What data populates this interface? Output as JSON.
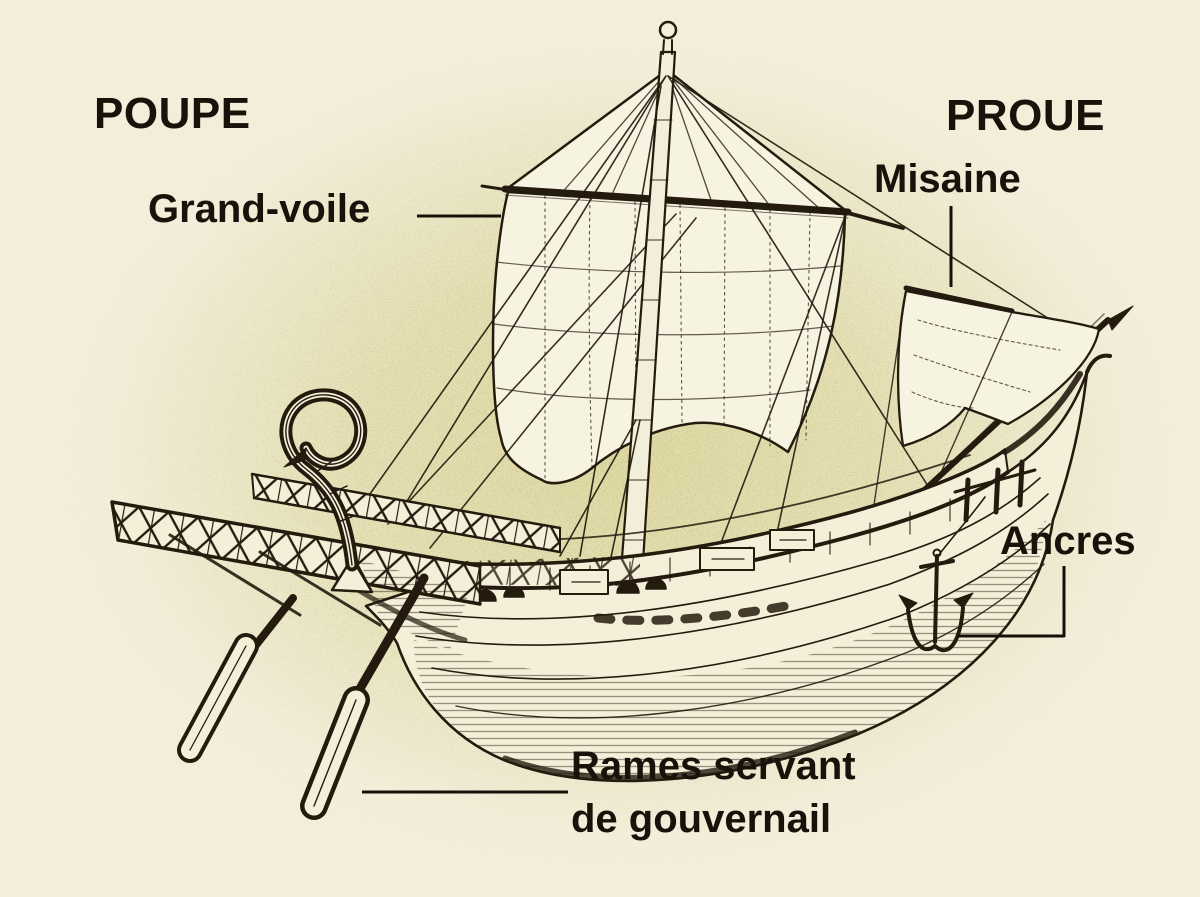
{
  "labels": {
    "poupe": "POUPE",
    "proue": "PROUE",
    "grand_voile": "Grand-voile",
    "misaine": "Misaine",
    "ancres": "Ancres",
    "rames_line1": "Rames servant",
    "rames_line2": "de gouvernail"
  },
  "colors": {
    "background": "#f2eeda",
    "halo_olive": "#d6d08c",
    "ink": "#241b0e",
    "sail": "#f7f3e1"
  }
}
